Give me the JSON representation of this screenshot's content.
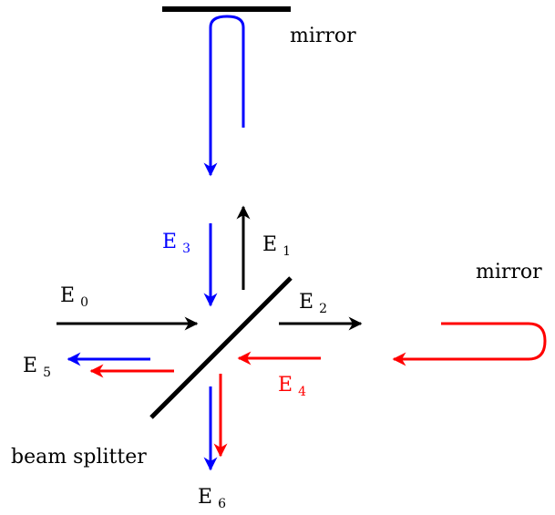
{
  "labels": {
    "mirror_top": "mirror",
    "mirror_right": "mirror",
    "beam_splitter": "beam splitter",
    "e0": {
      "main": "E",
      "sub": "0"
    },
    "e1": {
      "main": "E",
      "sub": "1"
    },
    "e2": {
      "main": "E",
      "sub": "2"
    },
    "e3": {
      "main": "E",
      "sub": "3"
    },
    "e4": {
      "main": "E",
      "sub": "4"
    },
    "e5": {
      "main": "E",
      "sub": "5"
    },
    "e6": {
      "main": "E",
      "sub": "6"
    }
  },
  "colors": {
    "black": "#000000",
    "blue": "#0000ff",
    "red": "#ff0000"
  }
}
